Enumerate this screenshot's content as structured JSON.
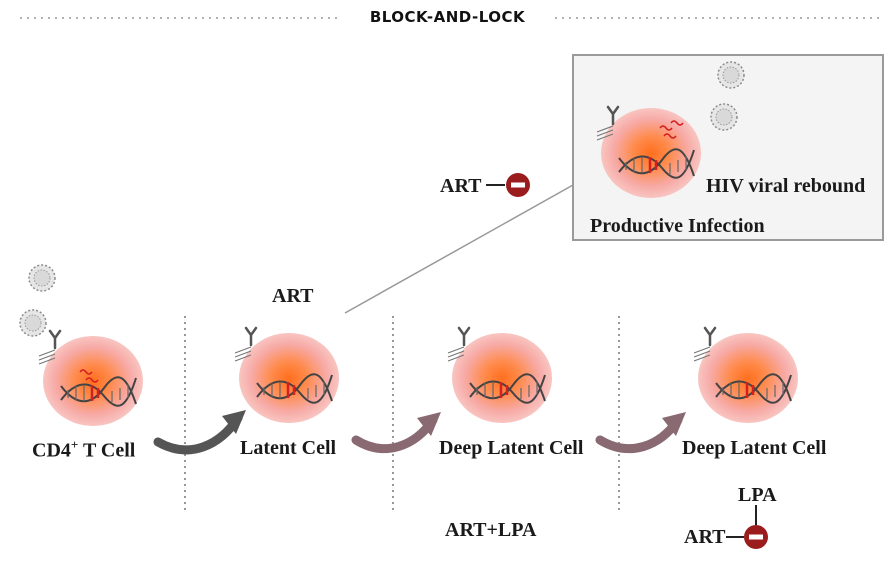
{
  "title": "BLOCK-AND-LOCK",
  "labels": {
    "cd4_main": "CD4",
    "cd4_sup": "+",
    "cd4_tail": " T Cell",
    "latent": "Latent Cell",
    "deep_latent_1": "Deep Latent Cell",
    "deep_latent_2": "Deep Latent Cell",
    "art_top": "ART",
    "art_inhibit": "ART",
    "art_lpa": "ART+LPA",
    "lpa": "LPA",
    "art_bottom": "ART",
    "rebound": "HIV viral rebound",
    "productive": "Productive Infection"
  },
  "colors": {
    "cell_core": "#ff7a2e",
    "cell_edge": "#f7b6b0",
    "inhibitor": "#9b1c1c",
    "arrow_dark": "#555555",
    "arrow_mauve": "#8a6a72",
    "dna_strand": "#444444",
    "dna_red": "#d61f1f",
    "inset_bg": "#f4f4f4",
    "inset_border": "#9a9a9a"
  }
}
